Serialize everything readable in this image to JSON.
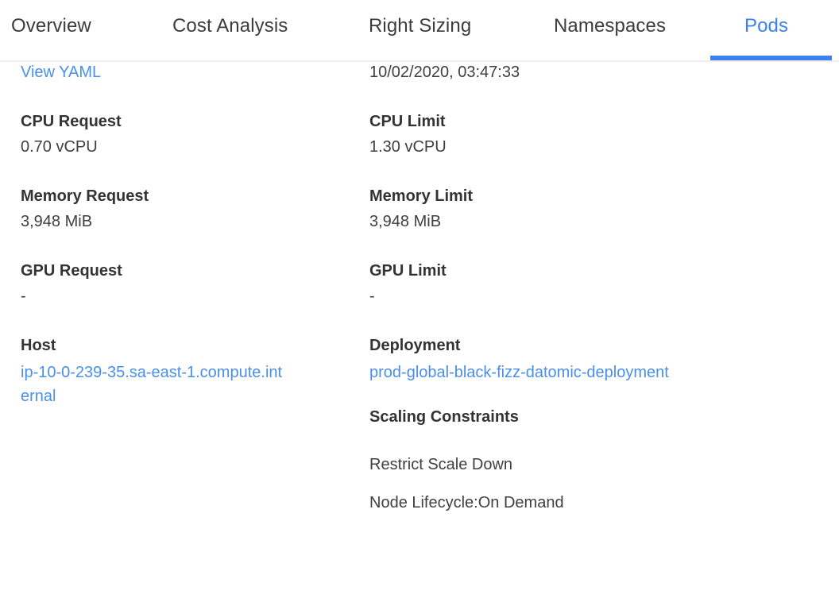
{
  "tabs": [
    {
      "label": "Overview",
      "active": false
    },
    {
      "label": "Cost Analysis",
      "active": false
    },
    {
      "label": "Right Sizing",
      "active": false
    },
    {
      "label": "Namespaces",
      "active": false
    },
    {
      "label": "Pods",
      "active": true
    }
  ],
  "accent_color": "#3b82ef",
  "link_color": "#4a90e8",
  "label_color": "#333333",
  "value_color": "#3f3f3f",
  "header_row": {
    "view_yaml_label": "View YAML",
    "timestamp": "10/02/2020, 03:47:33"
  },
  "left_column": [
    {
      "label": "CPU Request",
      "value": "0.70 vCPU",
      "is_link": false
    },
    {
      "label": "Memory Request",
      "value": "3,948 MiB",
      "is_link": false
    },
    {
      "label": "GPU Request",
      "value": "-",
      "is_link": false
    },
    {
      "label": "Host",
      "value": "ip-10-0-239-35.sa-east-1.compute.internal",
      "is_link": true
    }
  ],
  "right_column": [
    {
      "label": "CPU Limit",
      "value": "1.30 vCPU",
      "is_link": false
    },
    {
      "label": "Memory Limit",
      "value": "3,948 MiB",
      "is_link": false
    },
    {
      "label": "GPU Limit",
      "value": "-",
      "is_link": false
    },
    {
      "label": "Deployment",
      "value": "prod-global-black-fizz-datomic-deployment",
      "is_link": true
    }
  ],
  "scaling_constraints": {
    "heading": "Scaling Constraints",
    "items": [
      "Restrict Scale Down",
      "Node Lifecycle:On Demand"
    ]
  }
}
